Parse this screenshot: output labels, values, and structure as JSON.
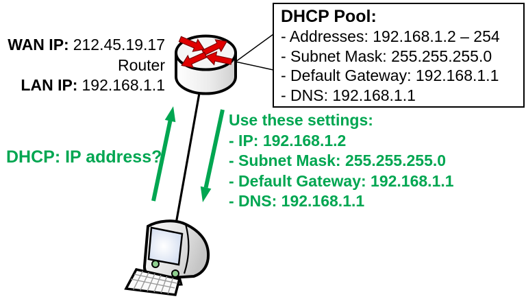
{
  "colors": {
    "green": "#00a651",
    "red": "#e00000"
  },
  "router": {
    "name": "Router",
    "wan_label": "WAN IP:",
    "wan_value": "212.45.19.17",
    "lan_label": "LAN IP:",
    "lan_value": "192.168.1.1"
  },
  "dhcp_pool": {
    "title": "DHCP Pool:",
    "items": [
      "- Addresses: 192.168.1.2 – 254",
      "- Subnet Mask: 255.255.255.0",
      "- Default Gateway: 192.168.1.1",
      "- DNS: 192.168.1.1"
    ]
  },
  "request_label": "DHCP: IP address?",
  "offer": {
    "title": "Use these settings:",
    "items": [
      "- IP: 192.168.1.2",
      "- Subnet Mask: 255.255.255.0",
      "- Default Gateway: 192.168.1.1",
      "- DNS: 192.168.1.1"
    ]
  }
}
